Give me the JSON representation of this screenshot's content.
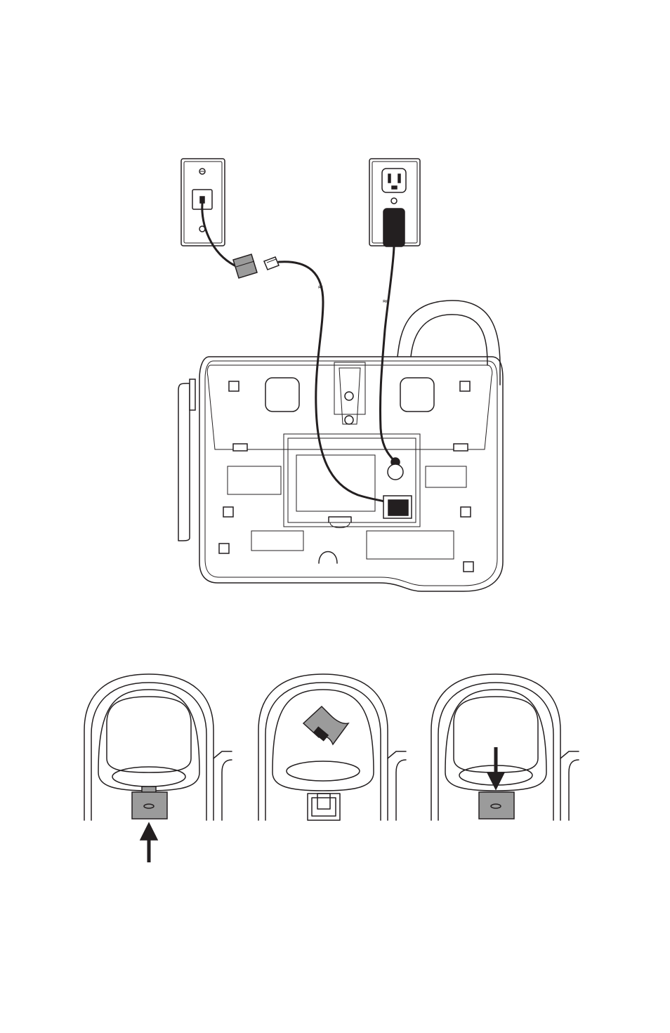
{
  "figure": {
    "top_panel": {
      "items": [
        "telephone-wall-jack",
        "electrical-outlet",
        "dsl-filter",
        "telephone-line-cord",
        "power-adapter",
        "telephone-base-bottom"
      ]
    },
    "bottom_panel": {
      "steps": [
        "push-tab-up",
        "rotate-tab",
        "insert-tab-down"
      ]
    }
  }
}
